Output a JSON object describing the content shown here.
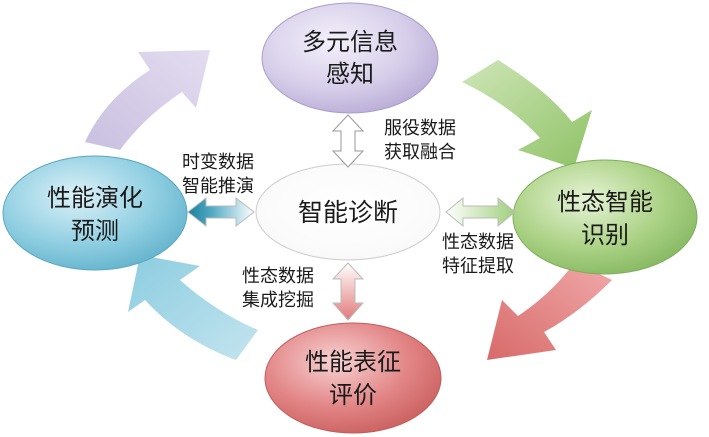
{
  "center": {
    "label": "智能诊断"
  },
  "nodes": {
    "top": {
      "line1": "多元信息",
      "line2": "感知"
    },
    "right": {
      "line1": "性态智能",
      "line2": "识别"
    },
    "bottom": {
      "line1": "性能表征",
      "line2": "评价"
    },
    "left": {
      "line1": "性能演化",
      "line2": "预测"
    }
  },
  "labels": {
    "top": {
      "line1": "服役数据",
      "line2": "获取融合"
    },
    "right": {
      "line1": "性态数据",
      "line2": "特征提取"
    },
    "bottom": {
      "line1": "性态数据",
      "line2": "集成挖掘"
    },
    "left": {
      "line1": "时变数据",
      "line2": "智能推演"
    }
  },
  "colors": {
    "top": "#d4cbe8",
    "right": "#a8cf85",
    "bottom": "#e07d7e",
    "left": "#8ccde0"
  }
}
